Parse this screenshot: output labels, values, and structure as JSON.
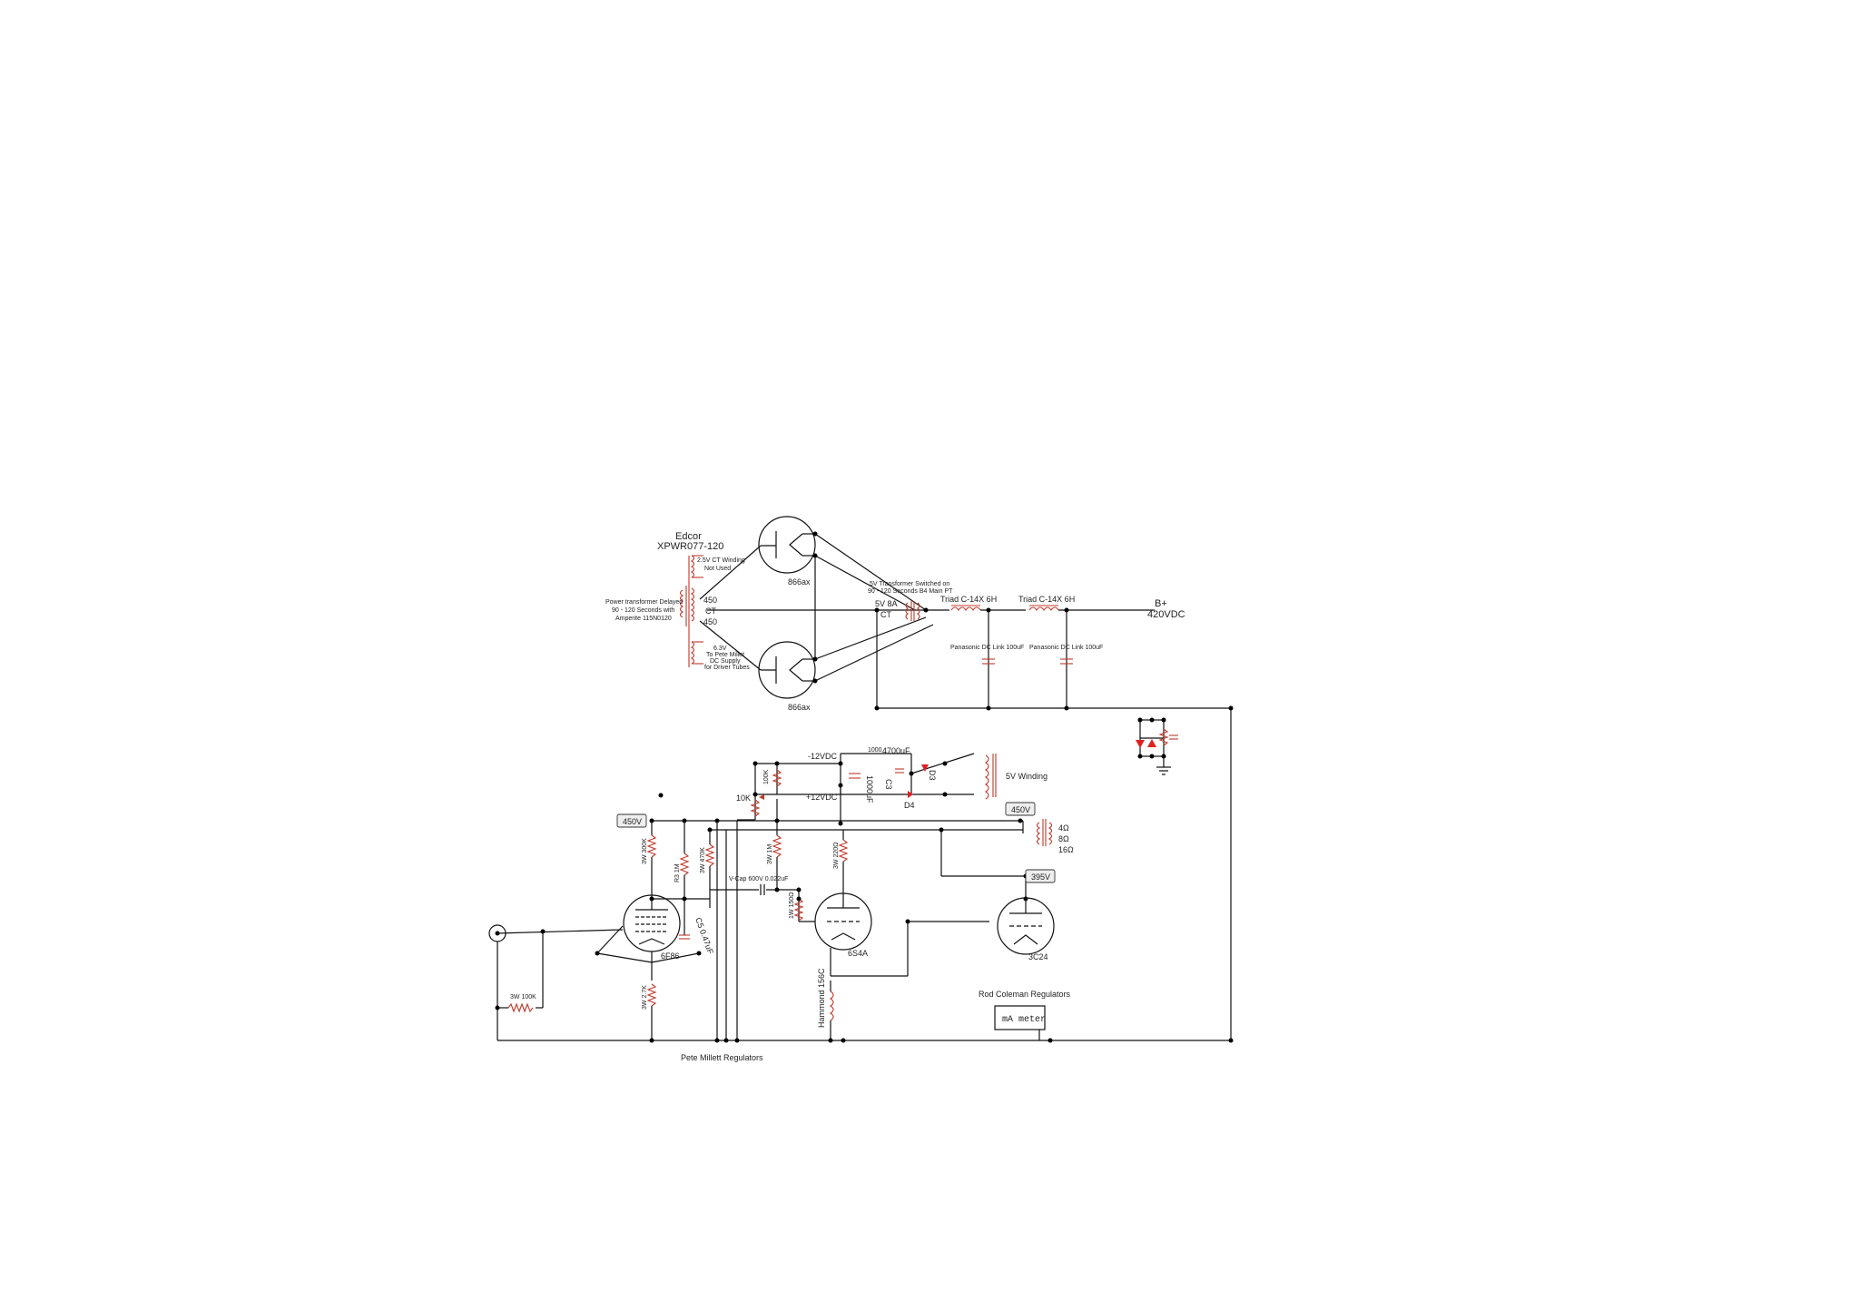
{
  "labels": {
    "edcor": "Edcor",
    "edcor_model": "XPWR077-120",
    "winding_25v": "2.5V CT Winding",
    "not_used": "Not Used",
    "pt_delayed_1": "Power transformer Delayed",
    "pt_delayed_2": "90 - 120 Seconds with",
    "pt_delayed_3": "Amperite 115N0120",
    "tap_450_top": "450",
    "tap_ct": "CT",
    "tap_450_bot": "450",
    "w63_1": "6.3V",
    "w63_2": "To Pete Millet",
    "w63_3": "DC Supply",
    "w63_4": "for Driver Tubes",
    "rect_top": "866ax",
    "rect_bot": "866ax",
    "sw_note_1": "5V Transformer Switched on",
    "sw_note_2": "90 - 120 Seconds B4 Main PT",
    "t5v": "5V 8A",
    "t5v_ct": "CT",
    "choke1": "Triad C-14X 6H",
    "choke2": "Triad C-14X 6H",
    "cap1": "Panasonic DC Link 100uF",
    "cap2": "Panasonic DC Link 100uF",
    "bplus": "B+",
    "bplus_v": "420VDC",
    "neg12": "-12VDC",
    "pos12": "+12VDC",
    "r1000": "1000",
    "c4700": "4700uF",
    "c1000": "1000uF",
    "c3": "C3",
    "d3": "D3",
    "d4": "D4",
    "pot10k": "10K",
    "r100k": "100K",
    "win5v": "5V Winding",
    "box450a": "450V",
    "box450b": "450V",
    "box395": "395V",
    "out4": "4Ω",
    "out8": "8Ω",
    "out16": "16Ω",
    "r300k": "3W 300K",
    "r1m_g": "R3 1M",
    "r470k": "3W 470K",
    "r1m": "3W 1M",
    "r220": "3W 220Ω",
    "vcap": "V-Cap 600V 0.022uF",
    "r150": "1W 150Ω",
    "c5": "C5 0.47uF",
    "tube1": "6F86",
    "tube2": "6S4A",
    "tube3": "3C24",
    "r27k": "3W 2.7K",
    "r100k_in": "3W 100K",
    "hammond": "Hammond 156C",
    "rod": "Rod Coleman Regulators",
    "ma": "mA meter",
    "pete": "Pete Millett Regulators"
  },
  "colors": {
    "wire": "#111111",
    "component": "#c0392b",
    "led": "#e02020",
    "label_box": "#eeeeee"
  }
}
